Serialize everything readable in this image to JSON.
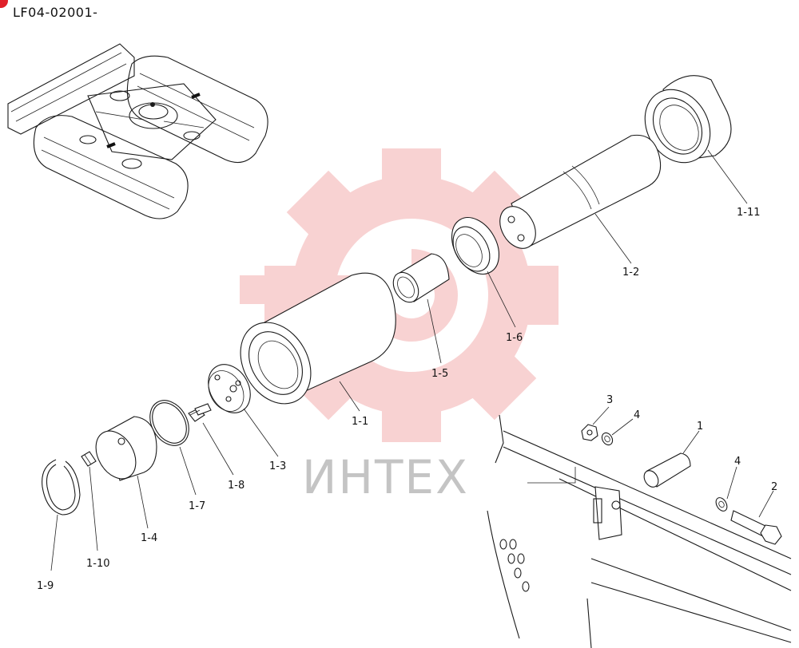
{
  "header": {
    "code": "LF04-02001-"
  },
  "watermark": {
    "text": "ИНТЕХ",
    "color": "#f3b3b3"
  },
  "parts": {
    "p1_1": "1-1",
    "p1_2": "1-2",
    "p1_3": "1-3",
    "p1_4": "1-4",
    "p1_5": "1-5",
    "p1_6": "1-6",
    "p1_7": "1-7",
    "p1_8": "1-8",
    "p1_9": "1-9",
    "p1_10": "1-10",
    "p1_11": "1-11",
    "p1": "1",
    "p2": "2",
    "p3": "3",
    "p4a": "4",
    "p4b": "4"
  },
  "colors": {
    "line": "#1a1a1a",
    "badge": "#e0202a"
  }
}
